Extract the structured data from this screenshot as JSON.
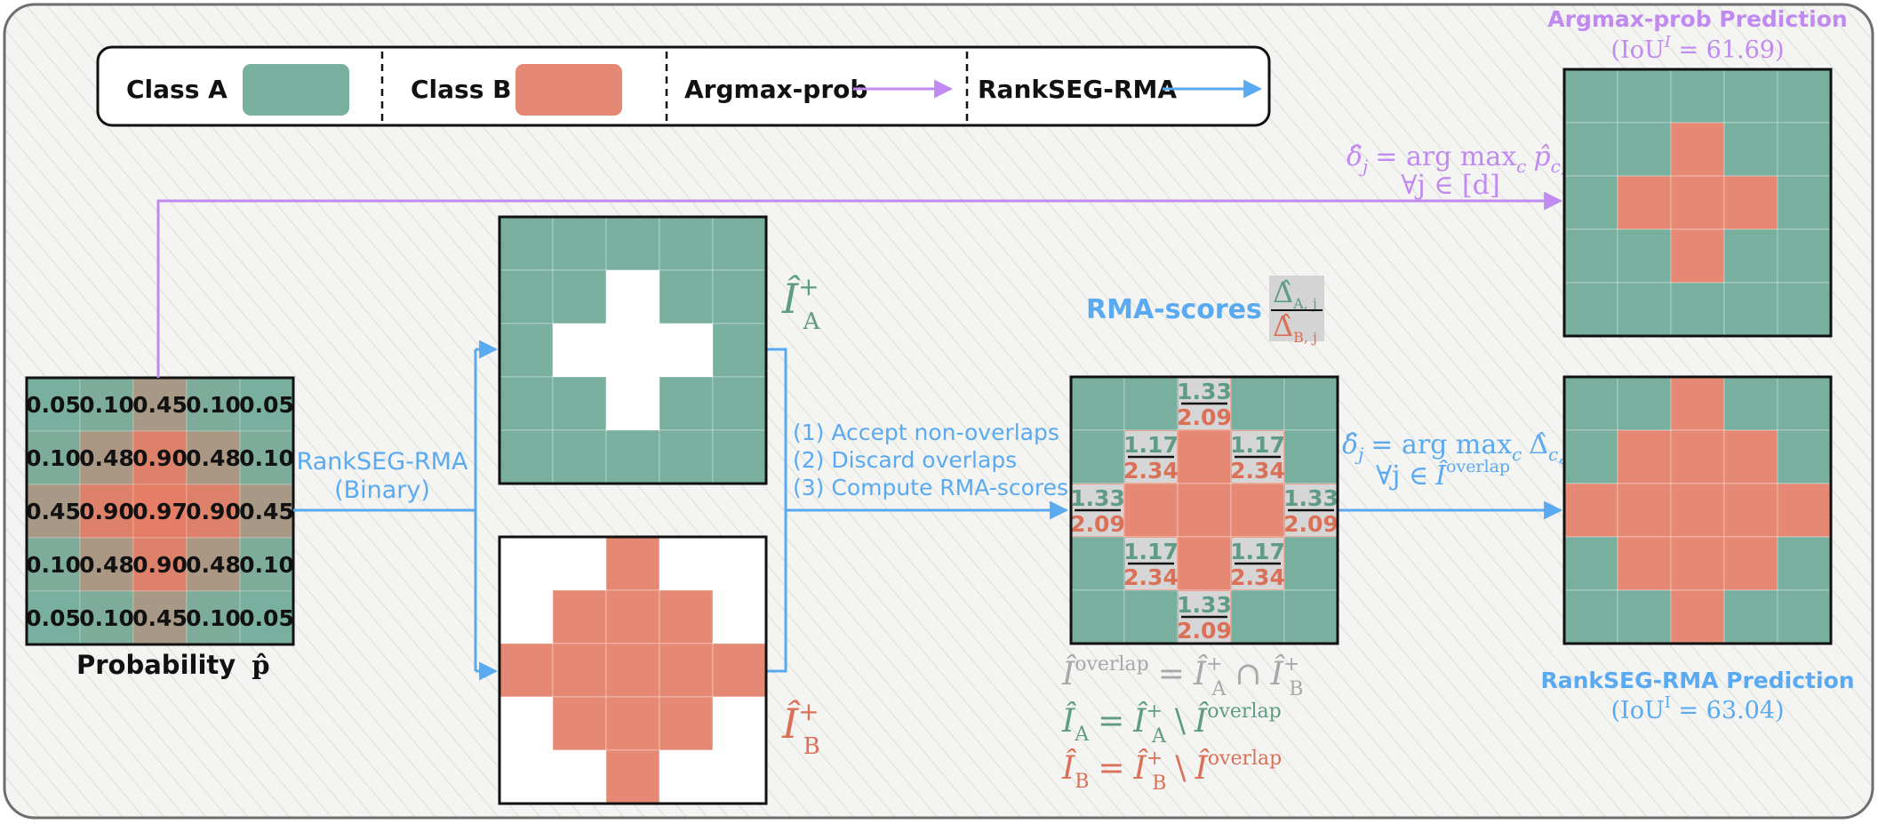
{
  "colors": {
    "class_a": "#78AF9E",
    "class_b": "#E58975",
    "argmax_purple": "#C08AF0",
    "rankseg_blue": "#5AAAF2",
    "overlap_gray": "#A8A8A8",
    "green_text": "#5E9C86",
    "red_text": "#DB7058"
  },
  "legend": {
    "class_a": "Class A",
    "class_b": "Class B",
    "argmax": "Argmax-prob",
    "rankseg": "RankSEG-RMA"
  },
  "probability": {
    "values": [
      [
        "0.05",
        "0.10",
        "0.45",
        "0.10",
        "0.05"
      ],
      [
        "0.10",
        "0.48",
        "0.90",
        "0.48",
        "0.10"
      ],
      [
        "0.45",
        "0.90",
        "0.97",
        "0.90",
        "0.45"
      ],
      [
        "0.10",
        "0.48",
        "0.90",
        "0.48",
        "0.10"
      ],
      [
        "0.05",
        "0.10",
        "0.45",
        "0.10",
        "0.05"
      ]
    ],
    "label": "Probability",
    "label_symbol": "p̂"
  },
  "binary_step": {
    "line1": "RankSEG-RMA",
    "line2": "(Binary)"
  },
  "set_a_plus": {
    "label": "Î",
    "sup": "+",
    "sub": "A",
    "mask": [
      [
        0,
        0,
        0,
        0,
        0
      ],
      [
        0,
        0,
        1,
        0,
        0
      ],
      [
        0,
        1,
        1,
        1,
        0
      ],
      [
        0,
        0,
        1,
        0,
        0
      ],
      [
        0,
        0,
        0,
        0,
        0
      ]
    ]
  },
  "set_b_plus": {
    "label": "Î",
    "sup": "+",
    "sub": "B",
    "mask": [
      [
        0,
        0,
        1,
        0,
        0
      ],
      [
        0,
        1,
        1,
        1,
        0
      ],
      [
        1,
        1,
        1,
        1,
        1
      ],
      [
        0,
        1,
        1,
        1,
        0
      ],
      [
        0,
        0,
        1,
        0,
        0
      ]
    ]
  },
  "steps": [
    "(1) Accept non-overlaps",
    "(2) Discard overlaps",
    "(3) Compute RMA-scores"
  ],
  "rma": {
    "title": "RMA-scores",
    "frac_num": "Δ̂",
    "frac_num_sub": "A, j",
    "frac_den": "Δ̂",
    "frac_den_sub": "B, j",
    "grid": [
      [
        "A",
        "A",
        "B",
        "A",
        "A"
      ],
      [
        "A",
        "B",
        "B",
        "B",
        "A"
      ],
      [
        "B",
        "B",
        "B",
        "B",
        "B"
      ],
      [
        "A",
        "B",
        "B",
        "B",
        "A"
      ],
      [
        "A",
        "A",
        "B",
        "A",
        "A"
      ]
    ],
    "scores": [
      {
        "r": 0,
        "c": 2,
        "a": "1.33",
        "b": "2.09"
      },
      {
        "r": 1,
        "c": 1,
        "a": "1.17",
        "b": "2.34"
      },
      {
        "r": 1,
        "c": 3,
        "a": "1.17",
        "b": "2.34"
      },
      {
        "r": 2,
        "c": 0,
        "a": "1.33",
        "b": "2.09"
      },
      {
        "r": 2,
        "c": 4,
        "a": "1.33",
        "b": "2.09"
      },
      {
        "r": 3,
        "c": 1,
        "a": "1.17",
        "b": "2.34"
      },
      {
        "r": 3,
        "c": 3,
        "a": "1.17",
        "b": "2.34"
      },
      {
        "r": 4,
        "c": 2,
        "a": "1.33",
        "b": "2.09"
      }
    ]
  },
  "equations": {
    "overlap": {
      "lhs": "Î",
      "lhs_sup": "overlap",
      "eq": "=",
      "t1": "Î",
      "t1_sup": "+",
      "t1_sub": "A",
      "op": "∩",
      "t2": "Î",
      "t2_sup": "+",
      "t2_sub": "B"
    },
    "set_a": {
      "lhs": "Î",
      "lhs_sub": "A",
      "eq": "=",
      "t1": "Î",
      "t1_sup": "+",
      "t1_sub": "A",
      "op": "\\",
      "t2": "Î",
      "t2_sup": "overlap"
    },
    "set_b": {
      "lhs": "Î",
      "lhs_sub": "B",
      "eq": "=",
      "t1": "Î",
      "t1_sup": "+",
      "t1_sub": "B",
      "op": "\\",
      "t2": "Î",
      "t2_sup": "overlap"
    }
  },
  "argmax_rule": {
    "lhs": "δ̂",
    "lhs_sub": "j",
    "rhs": "= arg max",
    "rhs_sub": "c",
    "term": "p̂",
    "term_sub": "c,j",
    "line2": "∀j ∈ [d]"
  },
  "rankseg_rule": {
    "lhs": "δ̂",
    "lhs_sub": "j",
    "rhs": "= arg max",
    "rhs_sub": "c",
    "term": "Δ̂",
    "term_sub": "c,j",
    "line2_pre": "∀j ∈",
    "line2_set": "Î",
    "line2_sup": "overlap"
  },
  "argmax_pred": {
    "title": "Argmax-prob Prediction",
    "iou_pre": "(IoU",
    "iou_sup": "I",
    "iou_post": " = 61.69)",
    "mask": [
      [
        0,
        0,
        0,
        0,
        0
      ],
      [
        0,
        0,
        1,
        0,
        0
      ],
      [
        0,
        1,
        1,
        1,
        0
      ],
      [
        0,
        0,
        1,
        0,
        0
      ],
      [
        0,
        0,
        0,
        0,
        0
      ]
    ]
  },
  "rankseg_pred": {
    "title": "RankSEG-RMA Prediction",
    "iou_pre": "(IoU",
    "iou_sup": "I",
    "iou_post": " = 63.04)",
    "mask": [
      [
        0,
        0,
        1,
        0,
        0
      ],
      [
        0,
        1,
        1,
        1,
        0
      ],
      [
        1,
        1,
        1,
        1,
        1
      ],
      [
        0,
        1,
        1,
        1,
        0
      ],
      [
        0,
        0,
        1,
        0,
        0
      ]
    ]
  }
}
